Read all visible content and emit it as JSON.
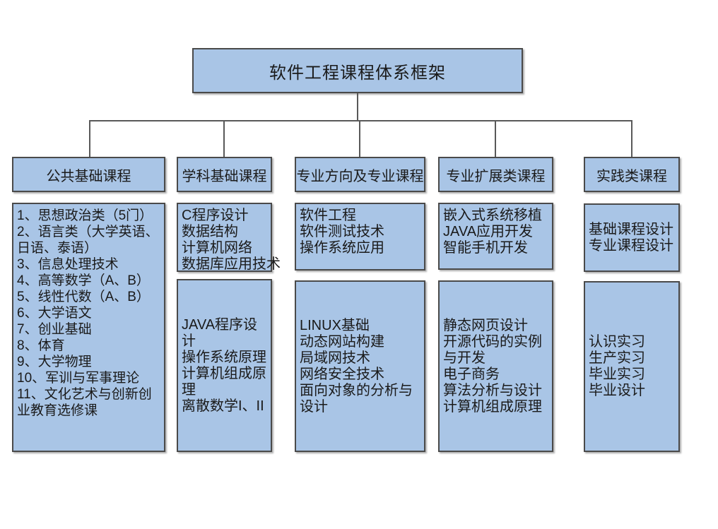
{
  "diagram": {
    "title": "软件工程课程体系框架",
    "colors": {
      "box_fill": "#a9c5e6",
      "box_border": "#4a4a4a",
      "connector_line": "#595959",
      "text": "#1a1a1a",
      "background": "#ffffff"
    },
    "columns": [
      {
        "header": "公共基础课程",
        "boxes": [
          {
            "courses": [
              "1、思想政治类（5门）",
              "2、语言类（大学英语、日语、泰语）",
              "3、信息处理技术",
              "4、高等数学（A、B）",
              "5、线性代数（A、B）",
              "6、大学语文",
              "7、创业基础",
              "8、体育",
              "9、大学物理",
              "10、军训与军事理论",
              "11、文化艺术与创新创业教育选修课"
            ]
          }
        ]
      },
      {
        "header": "学科基础课程",
        "boxes": [
          {
            "courses": [
              "C程序设计",
              "数据结构",
              "计算机网络",
              "数据库应用技术"
            ]
          },
          {
            "courses": [
              "JAVA程序设计",
              "操作系统原理",
              "计算机组成原理",
              "离散数学I、II"
            ]
          }
        ]
      },
      {
        "header": "专业方向及专业课程",
        "boxes": [
          {
            "courses": [
              "软件工程",
              "软件测试技术",
              "操作系统应用"
            ]
          },
          {
            "courses": [
              "LINUX基础",
              "动态网站构建",
              "局域网技术",
              "网络安全技术",
              "面向对象的分析与设计"
            ]
          }
        ]
      },
      {
        "header": "专业扩展类课程",
        "boxes": [
          {
            "courses": [
              "嵌入式系统移植",
              "JAVA应用开发",
              "智能手机开发"
            ]
          },
          {
            "courses": [
              "静态网页设计",
              "开源代码的实例与开发",
              "电子商务",
              "算法分析与设计",
              "计算机组成原理"
            ]
          }
        ]
      },
      {
        "header": "实践类课程",
        "boxes": [
          {
            "courses": [
              "基础课程设计",
              "专业课程设计"
            ]
          },
          {
            "courses": [
              "认识实习",
              "生产实习",
              "毕业实习",
              "毕业设计"
            ]
          }
        ]
      }
    ]
  }
}
